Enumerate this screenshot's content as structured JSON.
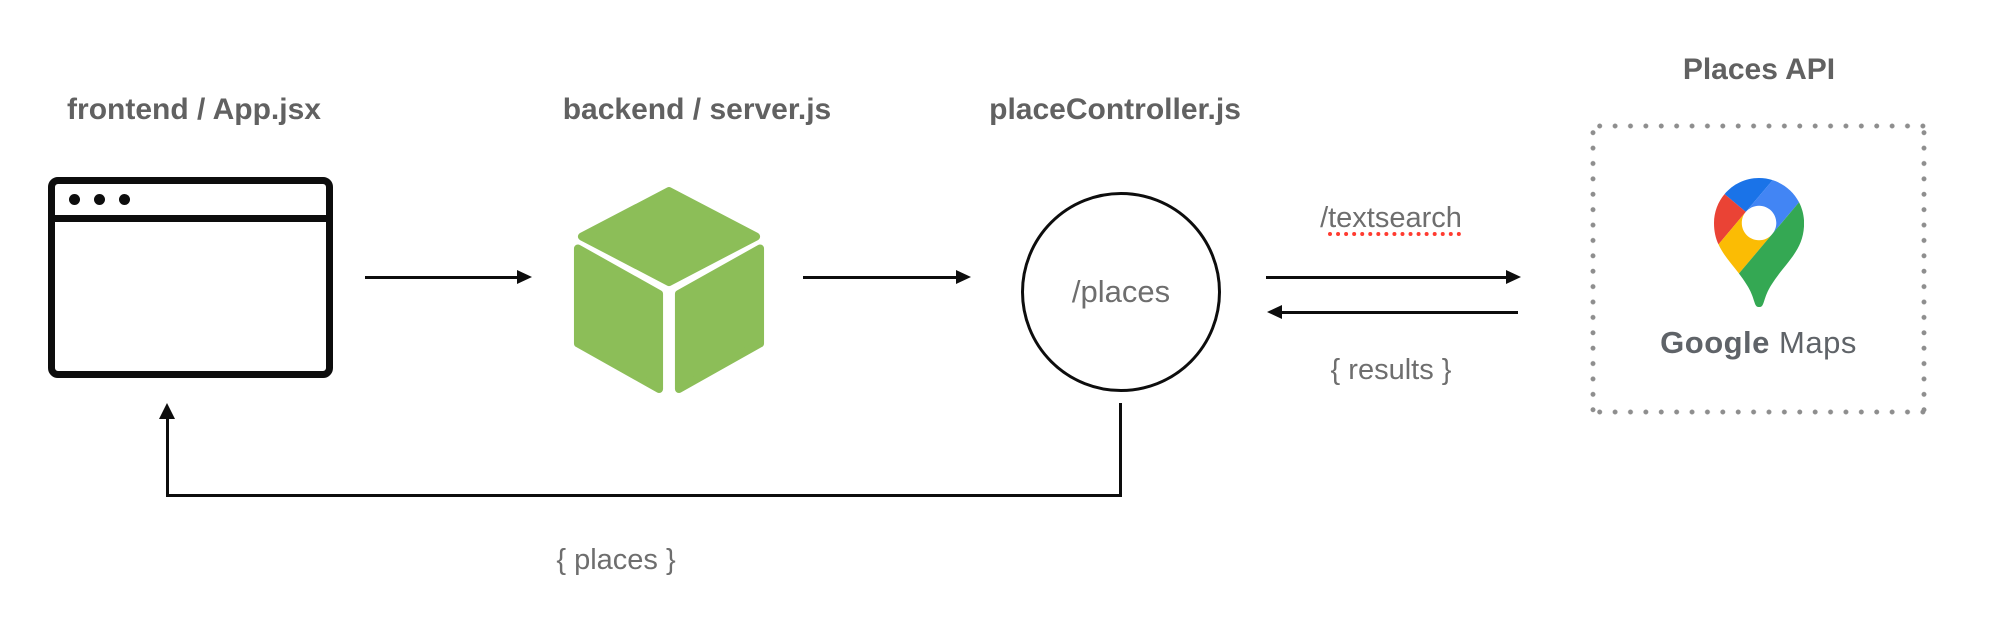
{
  "diagram": {
    "nodes": {
      "frontend": {
        "title": "frontend / App.jsx"
      },
      "backend": {
        "title": "backend / server.js"
      },
      "controller": {
        "title": "placeController.js",
        "endpoint_label": "/places"
      },
      "places_api": {
        "title": "Places API",
        "logo_primary": "Google",
        "logo_secondary": "Maps"
      }
    },
    "edges": {
      "request": {
        "slash": "/",
        "word": "textsearch"
      },
      "response": {
        "label": "{ results }"
      },
      "return_to_frontend": {
        "label": "{ places }"
      }
    },
    "colors": {
      "title_gray": "#616161",
      "label_gray": "#6e6e6e",
      "line_black": "#0d0d0d",
      "cube_green": "#8CBE58",
      "spellcheck_red": "#ff3b30",
      "dotted_border_gray": "#8e8e8e",
      "google_wordmark_gray": "#5f6368",
      "pin_blue_dark": "#1a73e8",
      "pin_blue": "#4285f4",
      "pin_red": "#ea4335",
      "pin_yellow": "#fbbc04",
      "pin_green": "#34a853"
    }
  }
}
